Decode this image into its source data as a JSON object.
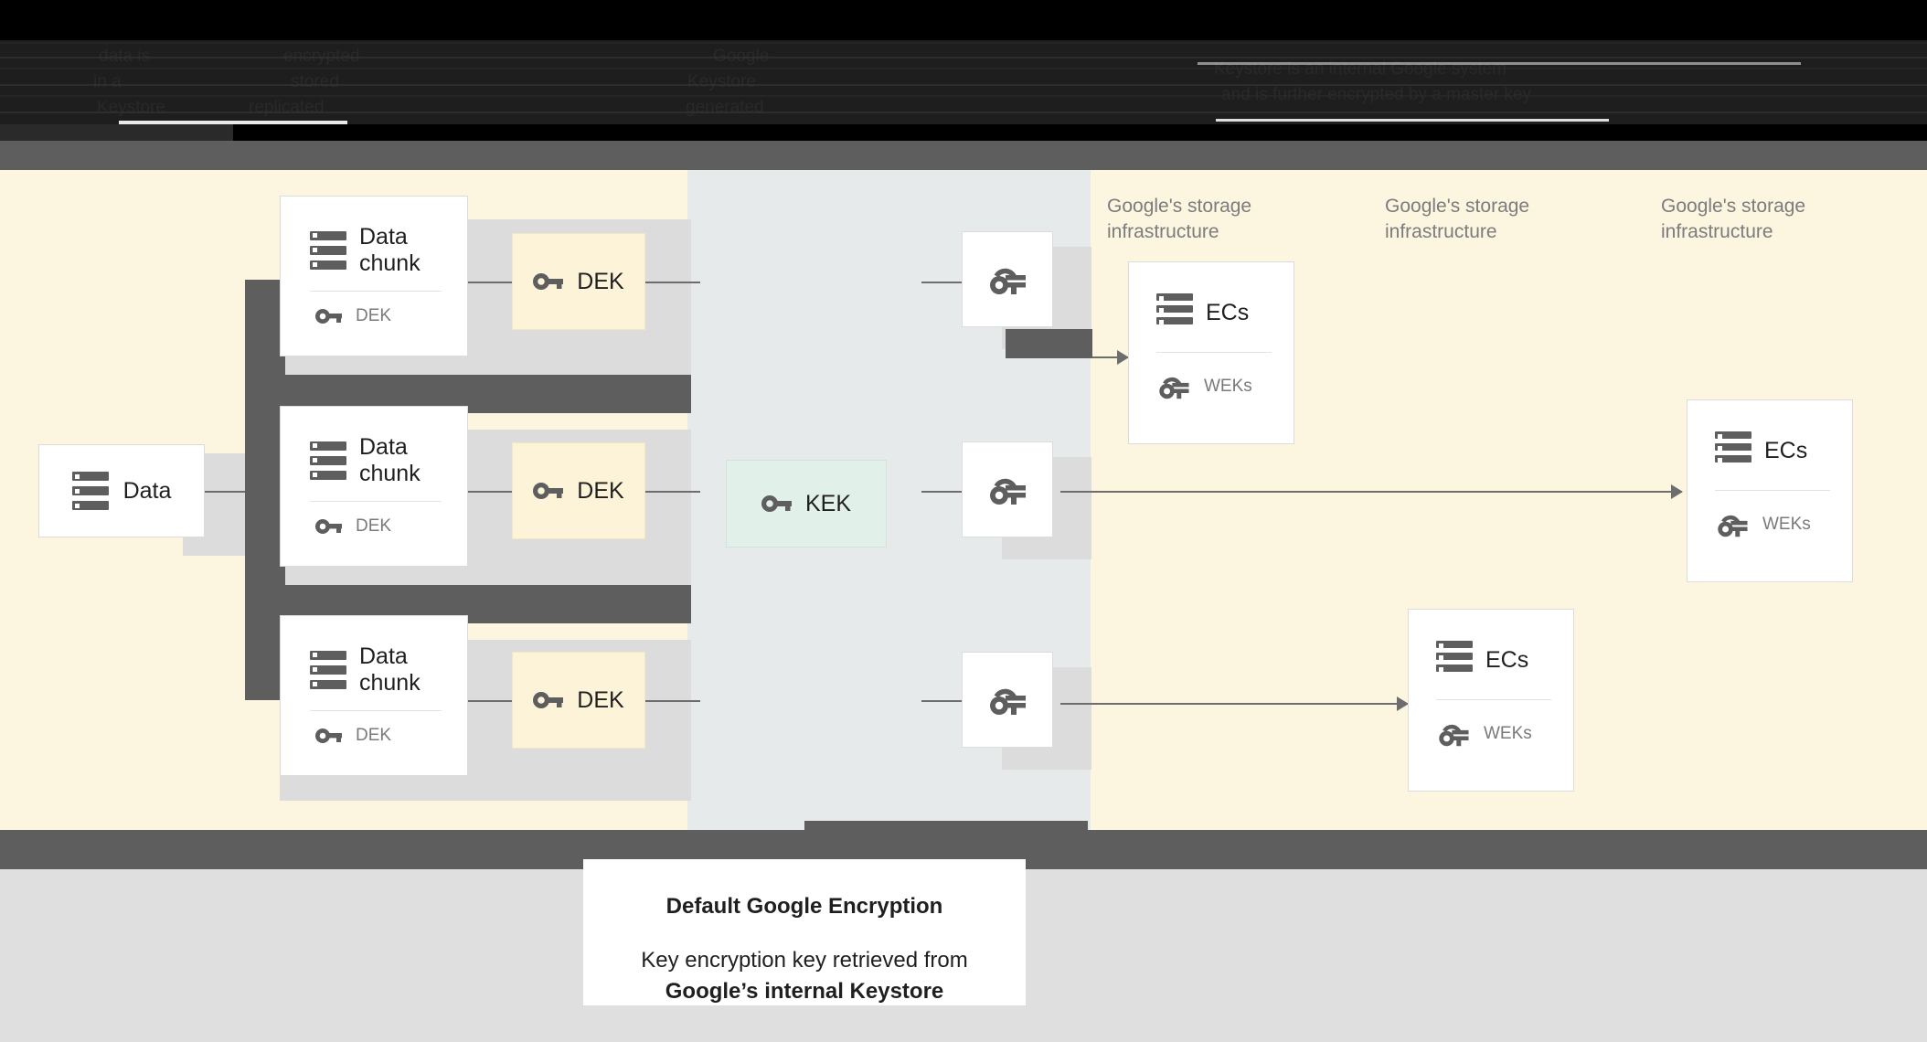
{
  "header": {
    "obscured": true,
    "note": "top header text is rendered near-black on black and is illegible",
    "fragments": [
      "data is",
      "encrypted",
      "Google",
      "in a",
      "stored",
      "Keystore",
      "Keystore",
      "replicated",
      "generated",
      "Keystore is an internal Google system",
      "and is further encrypted by a master key"
    ]
  },
  "diagram": {
    "source": {
      "label": "Data",
      "icon": "server-icon"
    },
    "chunks": [
      {
        "title": "Data chunk",
        "icon": "server-icon",
        "key_label": "DEK",
        "key_icon": "key-icon"
      },
      {
        "title": "Data chunk",
        "icon": "server-icon",
        "key_label": "DEK",
        "key_icon": "key-icon"
      },
      {
        "title": "Data chunk",
        "icon": "server-icon",
        "key_label": "DEK",
        "key_icon": "key-icon"
      }
    ],
    "deks": [
      {
        "label": "DEK",
        "icon": "key-icon"
      },
      {
        "label": "DEK",
        "icon": "key-icon"
      },
      {
        "label": "DEK",
        "icon": "key-icon"
      }
    ],
    "kek": {
      "label": "KEK",
      "icon": "key-icon"
    },
    "wrapped_keys": [
      {
        "icon": "wrapped-key-icon"
      },
      {
        "icon": "wrapped-key-icon"
      },
      {
        "icon": "wrapped-key-icon"
      }
    ],
    "storage_labels": [
      "Google's storage infrastructure",
      "Google's storage infrastructure",
      "Google's storage infrastructure"
    ],
    "storage_cards": [
      {
        "title": "ECs",
        "icon": "server-icon",
        "key_label": "WEKs",
        "key_icon": "wrapped-key-icon"
      },
      {
        "title": "ECs",
        "icon": "server-icon",
        "key_label": "WEKs",
        "key_icon": "wrapped-key-icon"
      },
      {
        "title": "ECs",
        "icon": "server-icon",
        "key_label": "WEKs",
        "key_icon": "wrapped-key-icon"
      }
    ]
  },
  "caption": {
    "title": "Default Google Encryption",
    "line1": "Key encryption key retrieved from",
    "line2": "Google’s internal Keystore"
  },
  "colors": {
    "cream": "#fcf5e0",
    "panel_gray": "#e7eaea",
    "dark_band": "#5e5e5e",
    "footer_gray": "#dfdfdf",
    "key_yellow": "#fdf3d8",
    "kek_green": "#e1f0e8",
    "icon_gray": "#5e5e5e",
    "muted_text": "#7c7c7c"
  }
}
